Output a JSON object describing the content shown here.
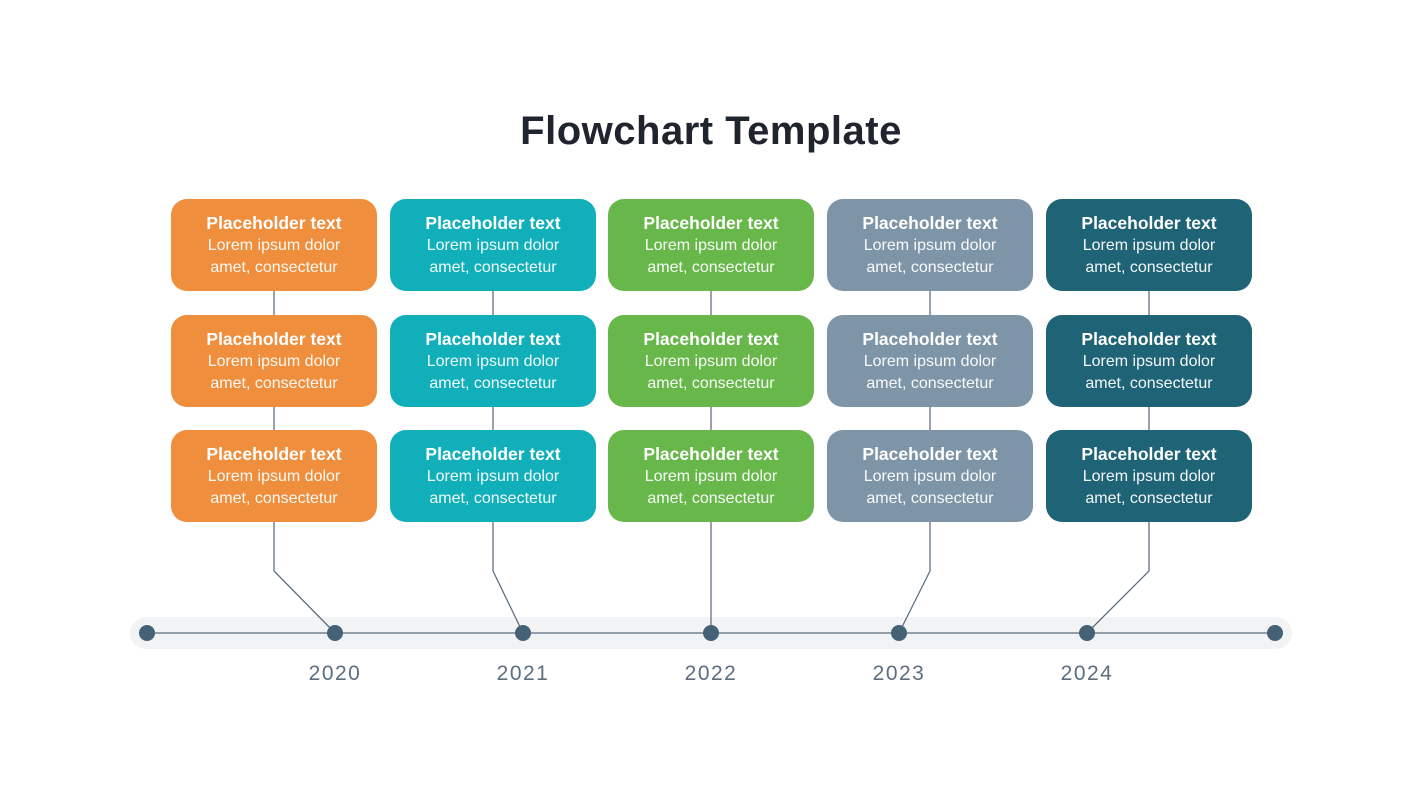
{
  "title": "Flowchart Template",
  "title_color": "#20242E",
  "box": {
    "heading": "Placeholder text",
    "body_lines": [
      "Lorem ipsum dolor",
      "amet, consectetur"
    ]
  },
  "columns": [
    {
      "name": "orange",
      "color": "#EF8E3D"
    },
    {
      "name": "teal",
      "color": "#10AFBA"
    },
    {
      "name": "green",
      "color": "#68B74B"
    },
    {
      "name": "slate-blue",
      "color": "#7E95A8"
    },
    {
      "name": "dark-teal",
      "color": "#1F6377"
    }
  ],
  "rows_per_column": 3,
  "timeline": {
    "years": [
      "2020",
      "2021",
      "2022",
      "2023",
      "2024"
    ],
    "dot_color": "#456175",
    "line_color": "#5C6B7A",
    "bar_color": "#F1F3F4",
    "year_label_color": "#5D6E80"
  }
}
